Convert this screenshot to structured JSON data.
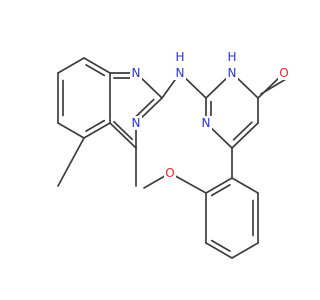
{
  "molecule": {
    "atom_labels": {
      "n_quinazoline_1": "N",
      "n_quinazoline_3": "N",
      "nh_linker_n": "N",
      "nh_linker_h": "H",
      "n_pyrimidine_1": "N",
      "n_pyrimidine_3_n": "N",
      "n_pyrimidine_3_h": "H",
      "o_carbonyl": "O",
      "o_methoxy": "O"
    },
    "colors": {
      "bond": "#3d3d3d",
      "nitrogen": "#2a33e6",
      "oxygen": "#e62a2a",
      "background": "#ffffff"
    }
  }
}
